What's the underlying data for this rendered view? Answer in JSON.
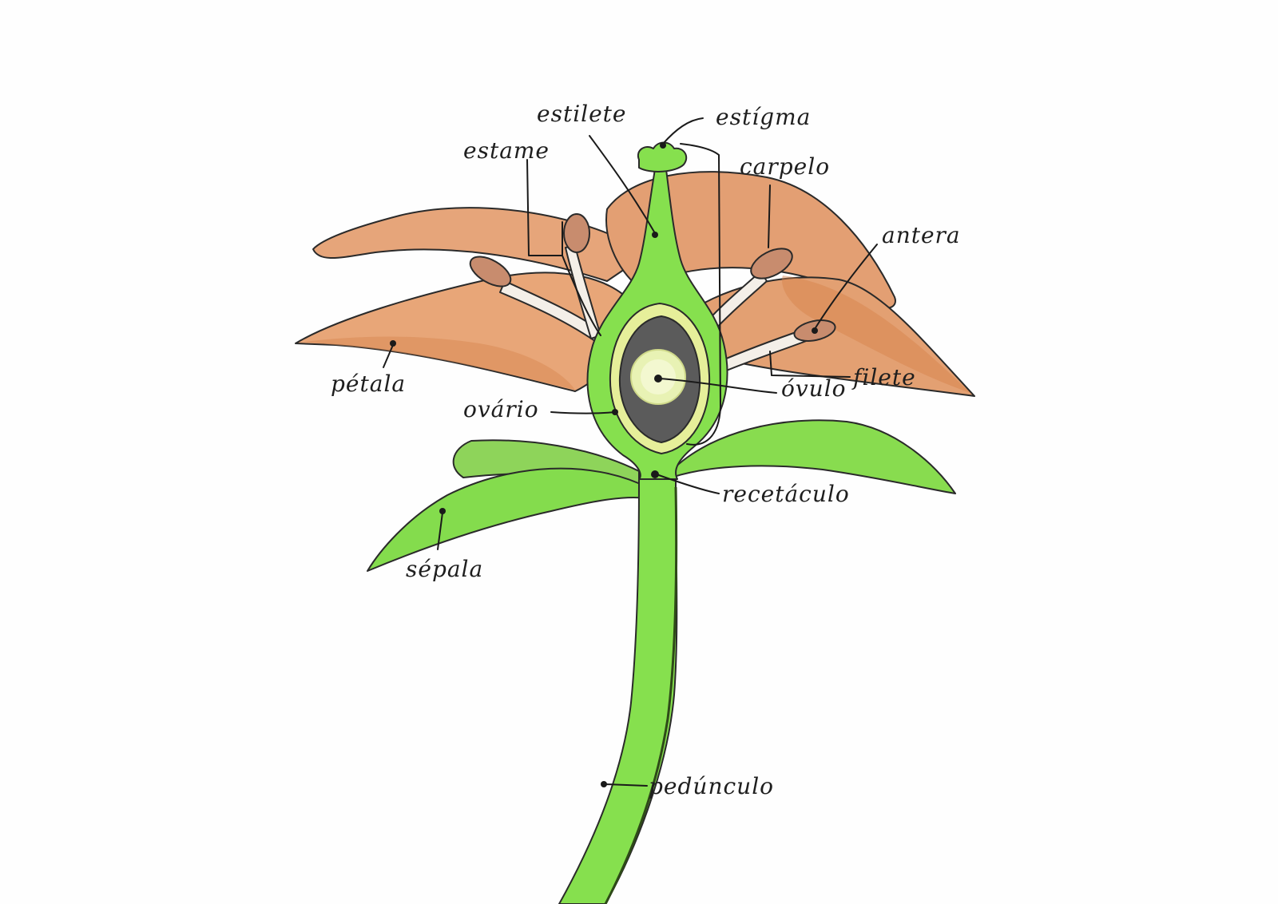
{
  "diagram": {
    "labels": {
      "estilete": "estilete",
      "estigma": "estígma",
      "estame": "estame",
      "carpelo": "carpelo",
      "antera": "antera",
      "petala": "pétala",
      "filete": "filete",
      "ovulo": "óvulo",
      "ovario": "ovário",
      "recetaculo": "recetáculo",
      "sepala": "sépala",
      "pedunculo": "pedúnculo"
    },
    "colors": {
      "petal": "#e29a6a",
      "petal_dark": "#cf7a45",
      "green": "#7edc45",
      "green_light": "#a8ea74",
      "ovary_dark": "#555555",
      "ovule": "#eef5c0",
      "anther": "#c98a6a",
      "ink": "#1a1a1a"
    }
  }
}
